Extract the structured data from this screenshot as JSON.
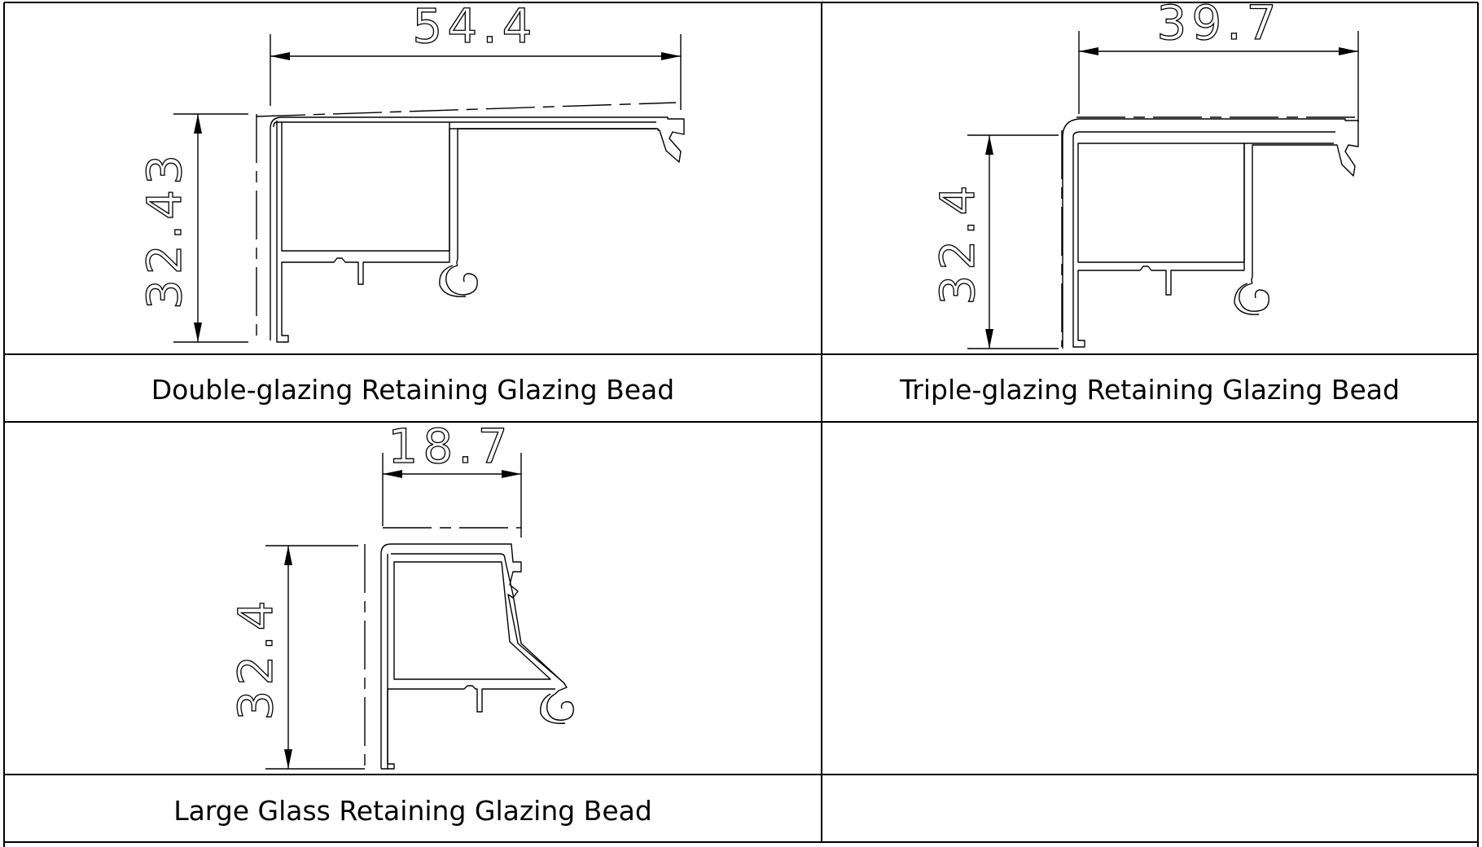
{
  "cells": [
    {
      "caption": "Double-glazing Retaining Glazing Bead",
      "width_label": "54.4",
      "height_label": "32.43"
    },
    {
      "caption": "Triple-glazing Retaining Glazing Bead",
      "width_label": "39.7",
      "height_label": "32.4"
    },
    {
      "caption": "Large Glass Retaining Glazing Bead",
      "width_label": "18.7",
      "height_label": "32.4"
    },
    {
      "caption": "",
      "width_label": "",
      "height_label": ""
    }
  ],
  "colors": {
    "line": "#000000",
    "background": "#ffffff"
  }
}
